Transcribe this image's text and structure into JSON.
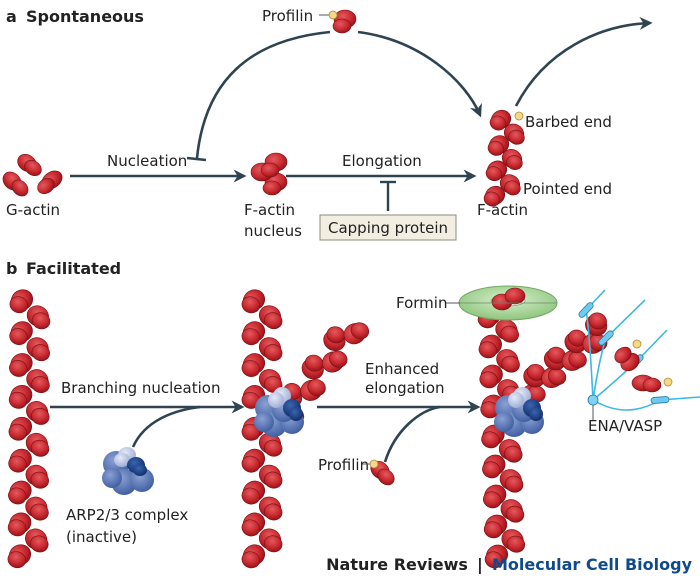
{
  "panel_a": {
    "letter": "a",
    "title": "Spontaneous",
    "labels": {
      "profilin": "Profilin",
      "nucleation": "Nucleation",
      "g_actin": "G-actin",
      "f_actin_nucleus_1": "F-actin",
      "f_actin_nucleus_2": "nucleus",
      "elongation": "Elongation",
      "capping_protein": "Capping protein",
      "barbed_end": "Barbed end",
      "pointed_end": "Pointed end",
      "f_actin": "F-actin"
    }
  },
  "panel_b": {
    "letter": "b",
    "title": "Facilitated",
    "labels": {
      "branching_nucleation": "Branching nucleation",
      "arp23_1": "ARP2/3 complex",
      "arp23_2": "(inactive)",
      "profilin": "Profilin",
      "enhanced_1": "Enhanced",
      "enhanced_2": "elongation",
      "formin": "Formin",
      "ena_vasp": "ENA/VASP"
    }
  },
  "footer": {
    "journal": "Nature Reviews",
    "separator": "|",
    "section": "Molecular Cell Biology"
  },
  "colors": {
    "actin": "#c8282e",
    "actin_dark": "#8e1218",
    "arrow": "#2f4450",
    "profilin": "#f5d98a",
    "arp_light": "#b9c6e6",
    "arp_mid": "#5a78b8",
    "arp_dark": "#1c3f85",
    "formin": "#a8d59a",
    "ena_vasp": "#3db8e0",
    "capping_box": "#f2efe2",
    "footer_blue": "#0e4a8c"
  }
}
